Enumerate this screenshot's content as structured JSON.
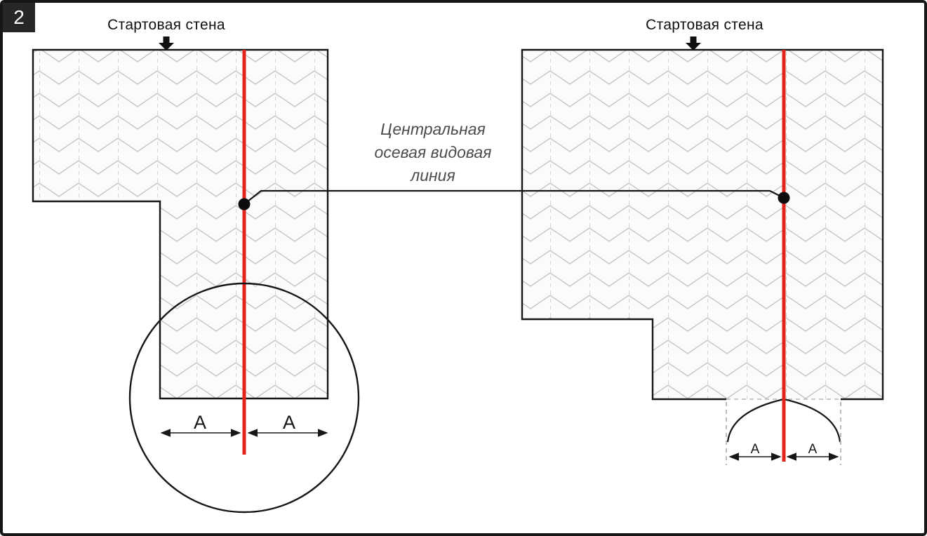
{
  "badge": {
    "number": "2"
  },
  "left_diagram": {
    "wall_label": "Стартовая стена",
    "dim_a_left": "А",
    "dim_a_right": "А"
  },
  "right_diagram": {
    "wall_label": "Стартовая стена",
    "dim_a_left": "А",
    "dim_a_right": "А"
  },
  "annotation": {
    "line1": "Центральная",
    "line2": "осевая видовая",
    "line3": "линия"
  },
  "colors": {
    "axis_line": "#e2251c",
    "outline": "#161616",
    "hatch_stroke": "#c7c7c7",
    "hatch_divider": "#d4d4d4",
    "dashed_gray": "#b5b5b5",
    "badge_bg": "#272727"
  }
}
